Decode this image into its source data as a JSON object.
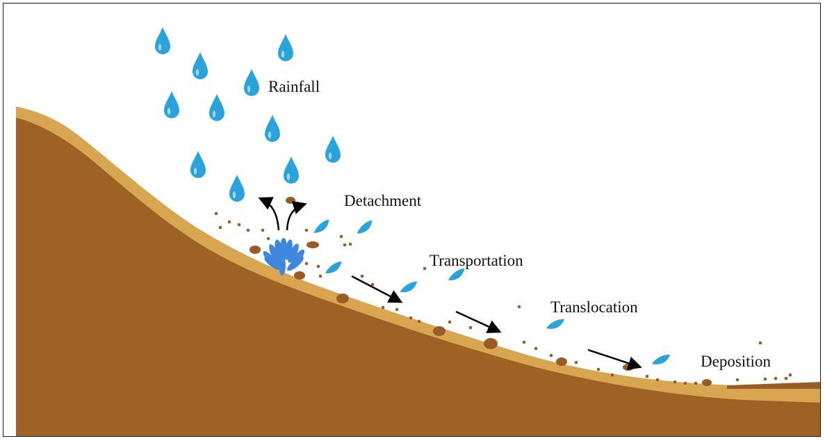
{
  "diagram": {
    "labels": {
      "rainfall": "Rainfall",
      "detachment": "Detachment",
      "transportation": "Transportation",
      "translocation": "Translocation",
      "deposition": "Deposition"
    },
    "colors": {
      "soil": "#9d6224",
      "topsoil": "#d8a550",
      "raindrop": "#2aa3dc",
      "splash": "#3f86df",
      "particle": "#9a5c26",
      "arrow": "#000000",
      "border": "#1a1a1a"
    }
  }
}
